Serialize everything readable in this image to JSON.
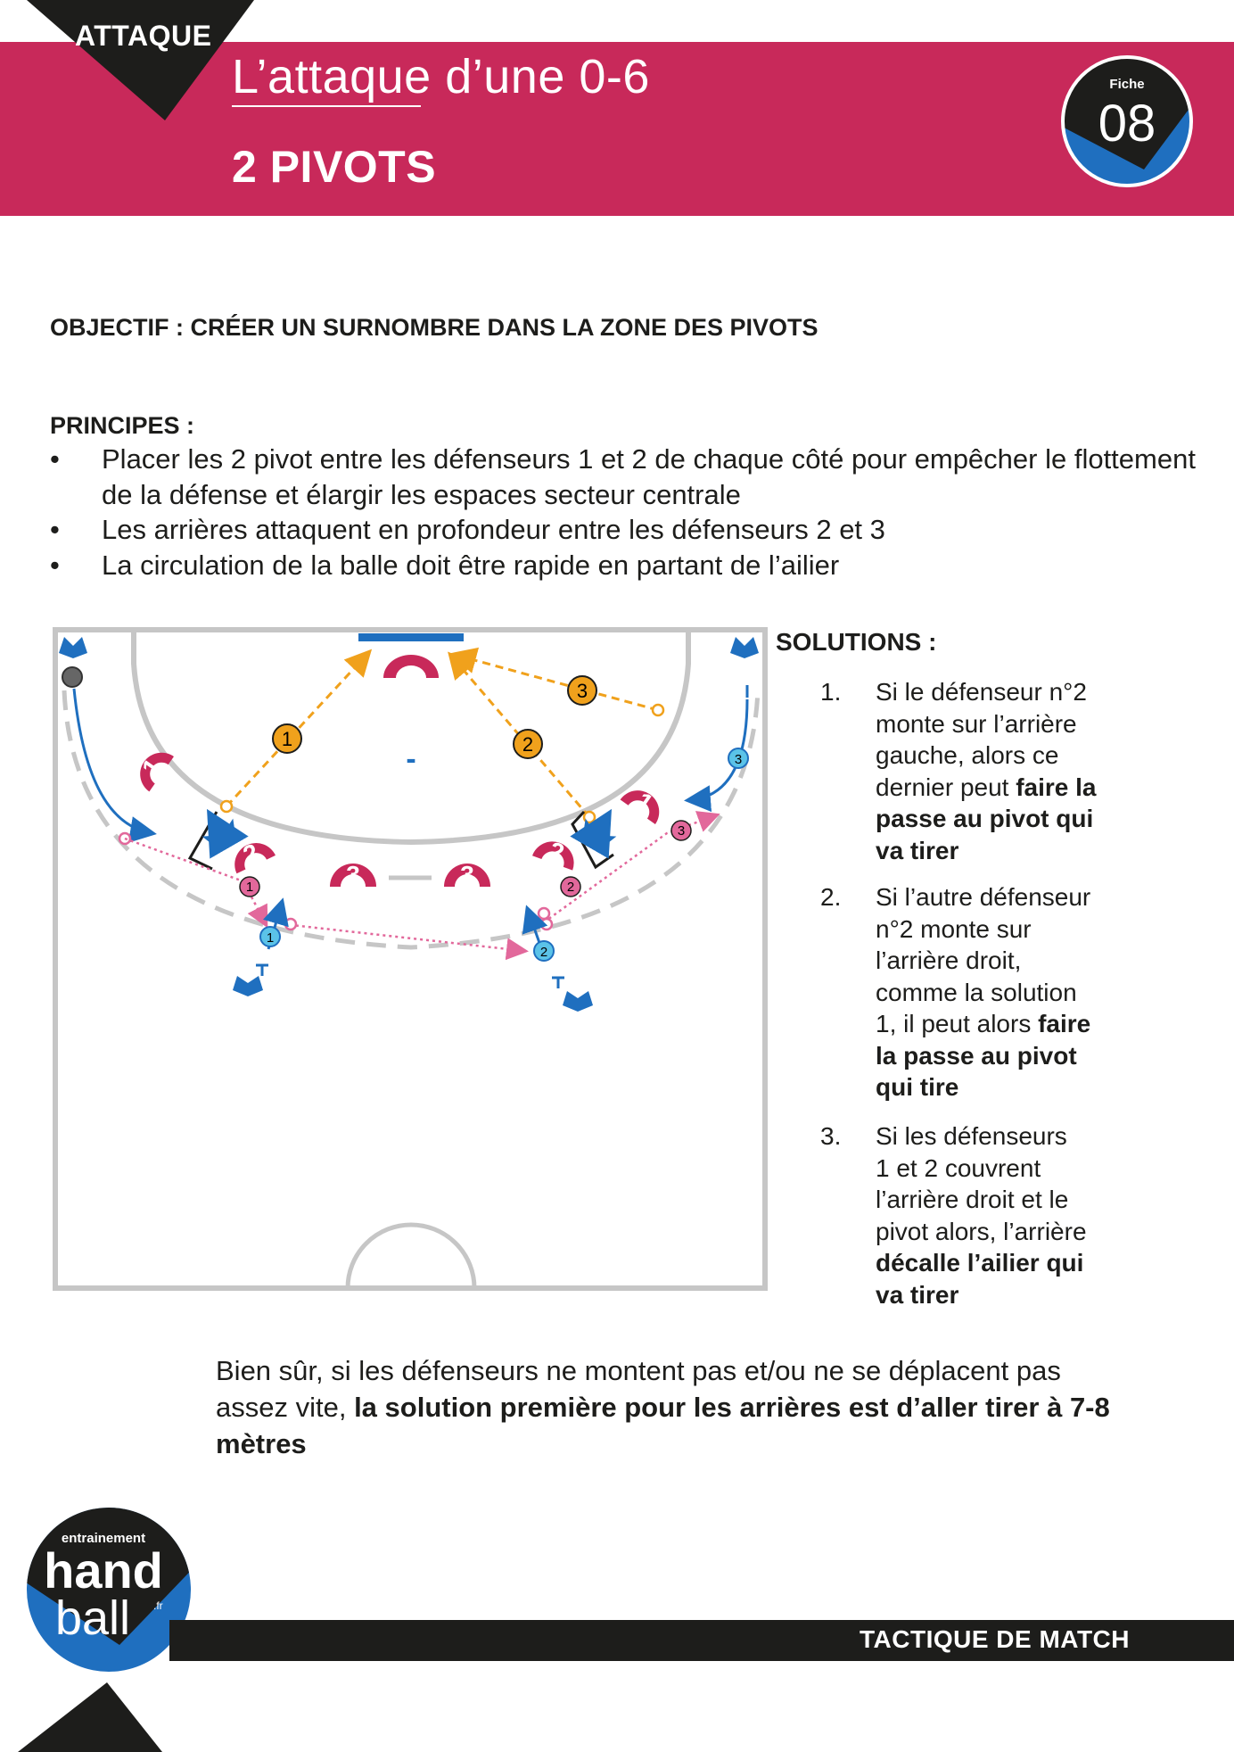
{
  "header": {
    "corner_label": "ATTAQUE",
    "title": "L’attaque d’une 0-6",
    "subtitle": "2 PIVOTS",
    "fiche_label": "Fiche",
    "fiche_number": "08",
    "band_color": "#c8295a"
  },
  "objective": "OBJECTIF : CRÉER UN SURNOMBRE DANS LA ZONE DES PIVOTS",
  "principles": {
    "title": "PRINCIPES :",
    "bullet_symbol": "•",
    "items": [
      "Placer les 2 pivot entre les défenseurs 1 et 2 de chaque côté pour empêcher le flottement de la défense et élargir les espaces secteur centrale",
      "Les arrières attaquent en profondeur entre les défenseurs 2 et 3",
      "La circulation de la balle doit être rapide en partant de l’ailier"
    ]
  },
  "diagram": {
    "goalkeeper_line_label": "-",
    "pass_labels": [
      "1",
      "2",
      "3"
    ],
    "defender_numbers": [
      "1",
      "2",
      "3",
      "3",
      "2",
      "1"
    ],
    "attacker_numbers": [
      "1",
      "2",
      "3"
    ],
    "colors": {
      "defense": "#c8295a",
      "attack": "#1f6fbf",
      "pass": "#f0a11c",
      "court_line": "#c6c6c6"
    }
  },
  "solutions": {
    "title": "SOLUTIONS :",
    "items": [
      {
        "num": "1.",
        "lines": [
          {
            "text": "Si le défenseur n°2",
            "bold": ""
          },
          {
            "text": "monte sur l’arrière",
            "bold": ""
          },
          {
            "text": "gauche, alors ce",
            "bold": ""
          },
          {
            "text": "dernier peut ",
            "bold": "faire la"
          },
          {
            "text": "",
            "bold": "passe au pivot qui"
          },
          {
            "text": "",
            "bold": "va tirer"
          }
        ]
      },
      {
        "num": "2.",
        "lines": [
          {
            "text": "Si l’autre défenseur",
            "bold": ""
          },
          {
            "text": "n°2 monte sur",
            "bold": ""
          },
          {
            "text": "l’arrière droit,",
            "bold": ""
          },
          {
            "text": "comme la solution",
            "bold": ""
          },
          {
            "text": "1, il peut alors ",
            "bold": "faire"
          },
          {
            "text": "",
            "bold": "la passe au pivot"
          },
          {
            "text": "",
            "bold": "qui tire"
          }
        ]
      },
      {
        "num": "3.",
        "lines": [
          {
            "text": "Si les défenseurs",
            "bold": ""
          },
          {
            "text": "1 et 2 couvrent",
            "bold": ""
          },
          {
            "text": "l’arrière droit et le",
            "bold": ""
          },
          {
            "text": "pivot alors, l’arrière",
            "bold": ""
          },
          {
            "text": "",
            "bold": "décalle l’ailier qui"
          },
          {
            "text": "",
            "bold": "va tirer"
          }
        ]
      }
    ]
  },
  "conclusion": {
    "plain": "Bien sûr, si les défenseurs ne montent pas et/ou ne se déplacent pas assez vite, ",
    "bold": "la solution première pour les arrières est d’aller tirer à 7-8 mètres"
  },
  "logo": {
    "top": "entrainement",
    "middle": "hand",
    "bottom": "ball",
    "suffix": ".fr"
  },
  "footer": {
    "label": "TACTIQUE DE MATCH"
  }
}
